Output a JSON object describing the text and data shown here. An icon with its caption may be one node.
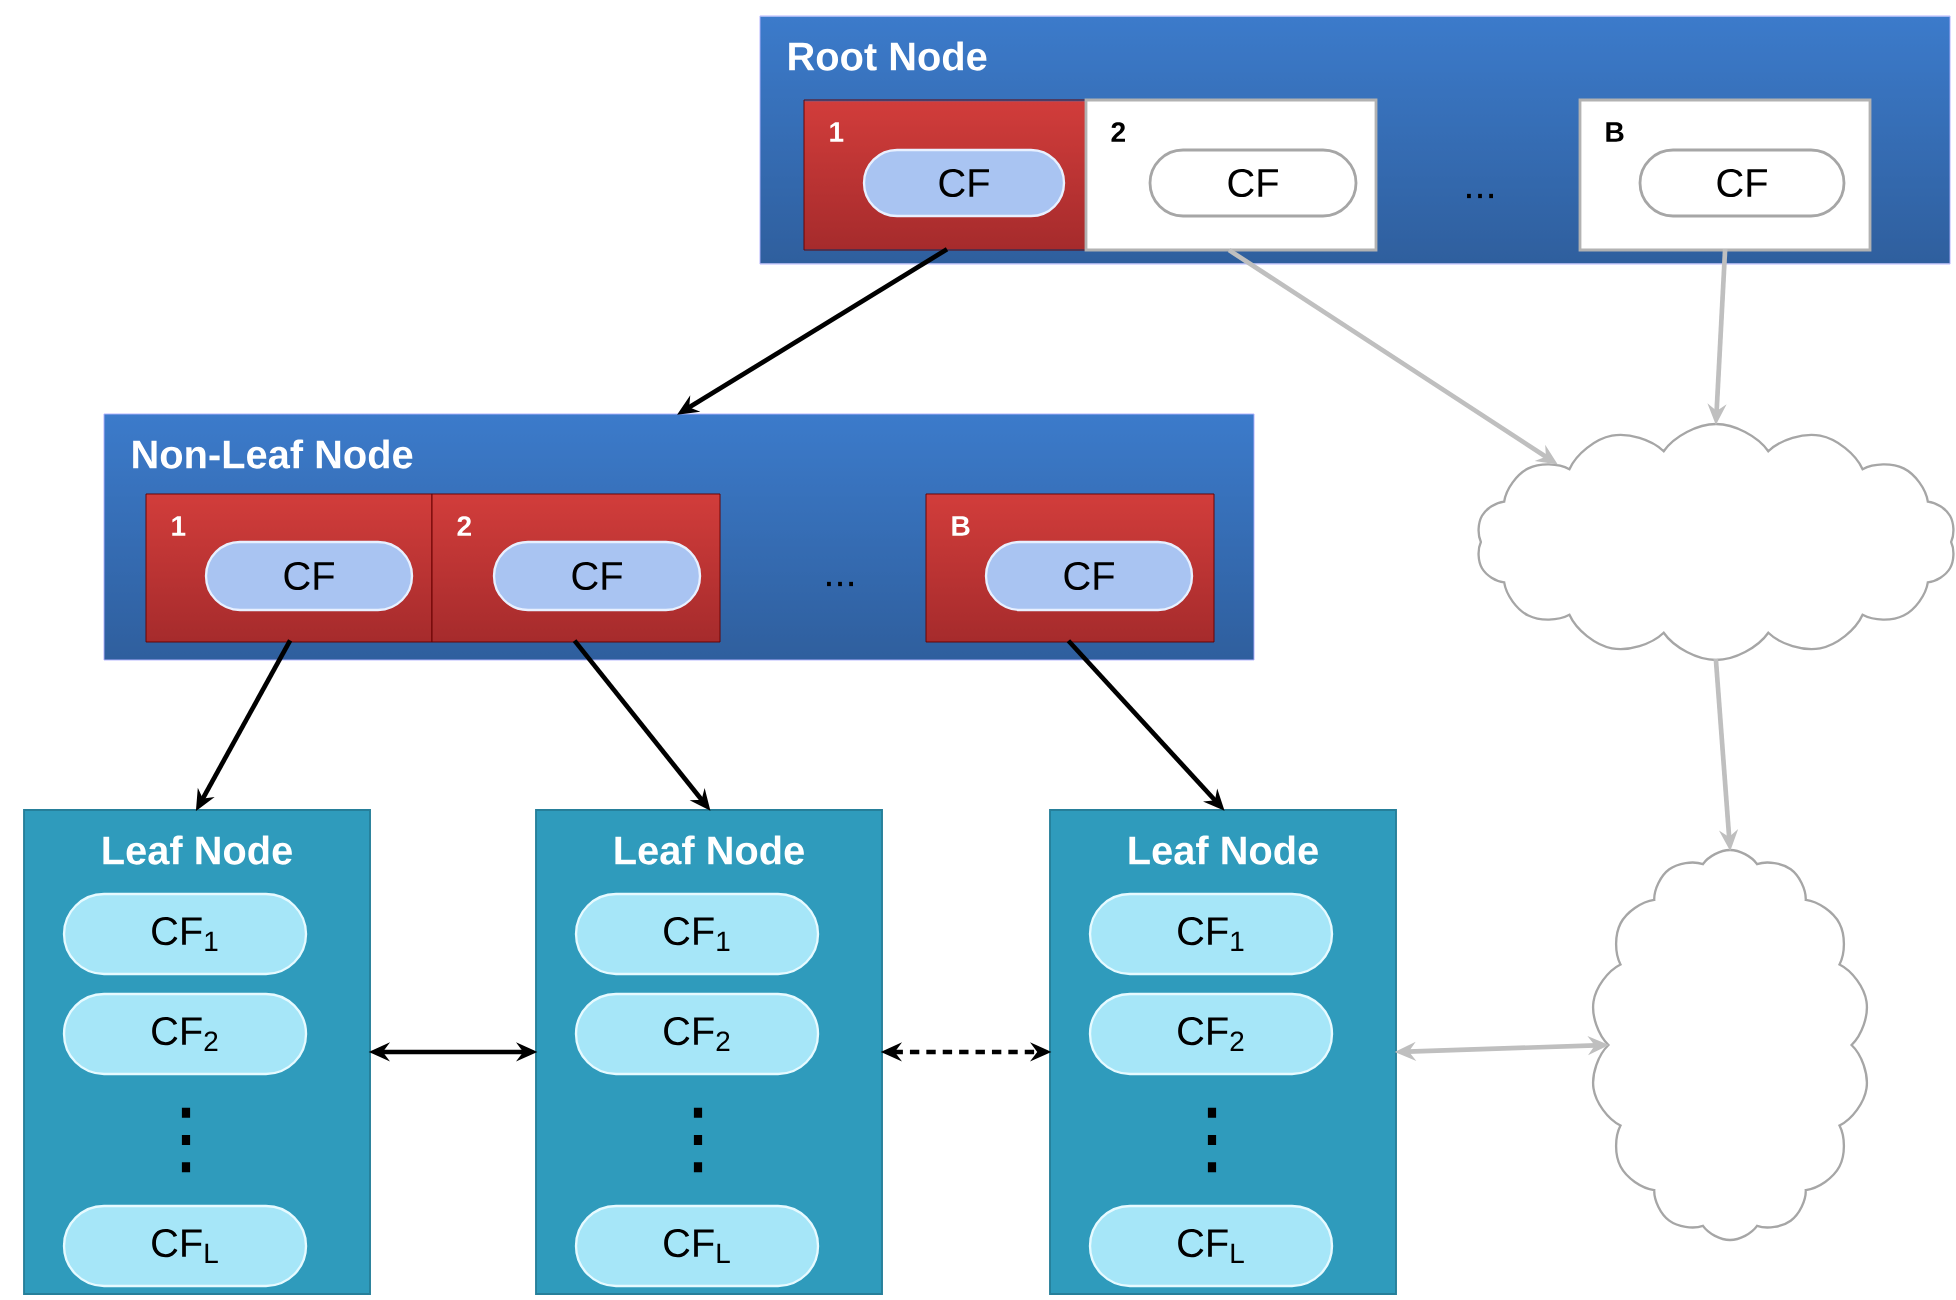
{
  "diagram": {
    "nodes": [
      {
        "text": [
          "Root Node"
        ]
      },
      {
        "text": [
          "1"
        ],
        "in": 0
      },
      {
        "text": [
          "CF"
        ],
        "in": 1
      },
      {
        "text": [
          "2"
        ],
        "in": 0
      },
      {
        "text": [
          "CF"
        ],
        "in": 3
      },
      {
        "text": [
          "B"
        ],
        "in": 0
      },
      {
        "text": [
          "CF"
        ],
        "in": 5
      },
      {
        "text": [
          "Non-Leaf Node"
        ]
      },
      {
        "text": [
          "1"
        ],
        "in": 7
      },
      {
        "text": [
          "CF"
        ],
        "in": 8
      },
      {
        "text": [
          "2"
        ],
        "in": 7
      },
      {
        "text": [
          "CF"
        ],
        "in": 10
      },
      {
        "text": [
          "B"
        ],
        "in": 7
      },
      {
        "text": [
          "CF"
        ],
        "in": 12
      },
      {
        "text": [
          "Leaf Node"
        ]
      },
      {
        "text": [
          "CF$_{1}$"
        ],
        "in": 14
      },
      {
        "text": [
          "CF$_{2}$"
        ],
        "in": 14
      },
      {
        "text": [
          "CF$_{L}$"
        ],
        "in": 14
      },
      {
        "text": [
          "Leaf Node"
        ]
      },
      {
        "text": [
          "CF$_{1}$"
        ],
        "in": 18
      },
      {
        "text": [
          "CF$_{2}$"
        ],
        "in": 18
      },
      {
        "text": [
          "CF$_{L}$"
        ],
        "in": 18
      },
      {
        "text": [
          "Leaf Node"
        ]
      },
      {
        "text": [
          "CF$_{1}$"
        ],
        "in": 22
      },
      {
        "text": [
          "CF$_{2}$"
        ],
        "in": 22
      },
      {
        "text": [
          "CF$_{L}$"
        ],
        "in": 22
      },
      {
        "text": [],
        "shape": "cloud"
      },
      {
        "text": [],
        "shape": "cloud"
      }
    ],
    "edges": [
      {
        "from": 1,
        "to": 7,
        "arrow": "to"
      },
      {
        "from": 3,
        "to": 26,
        "arrow": "to",
        "color": "#bfbfbf"
      },
      {
        "from": 5,
        "to": 26,
        "arrow": "to",
        "color": "#bfbfbf"
      },
      {
        "from": 8,
        "to": 14,
        "arrow": "to"
      },
      {
        "from": 10,
        "to": 18,
        "arrow": "to"
      },
      {
        "from": 12,
        "to": 22,
        "arrow": "to"
      },
      {
        "from": 14,
        "to": 18,
        "arrow": "both"
      },
      {
        "from": 18,
        "to": 22,
        "arrow": "both",
        "style": "dashed"
      },
      {
        "from": 22,
        "to": 27,
        "arrow": "both",
        "color": "#bfbfbf"
      },
      {
        "from": 26,
        "to": 27,
        "arrow": "to",
        "color": "#bfbfbf"
      }
    ],
    "labels": [
      "...",
      "...",
      "⋮",
      "⋮",
      "⋮"
    ]
  }
}
